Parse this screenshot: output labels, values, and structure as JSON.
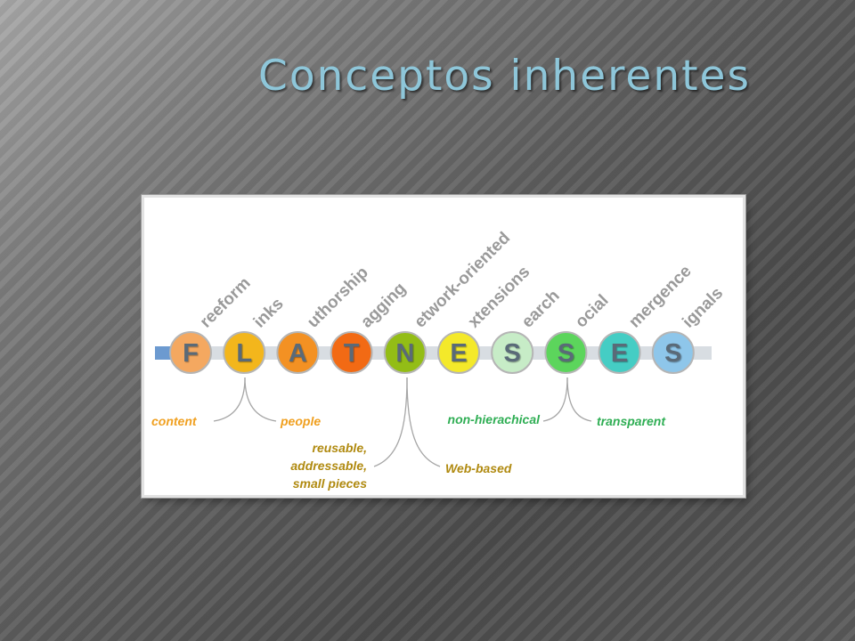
{
  "slide": {
    "title": "Conceptos inherentes"
  },
  "diagram": {
    "letters": [
      {
        "letter": "F",
        "word": "reeform",
        "color": "#f4a860"
      },
      {
        "letter": "L",
        "word": "inks",
        "color": "#f3b61c"
      },
      {
        "letter": "A",
        "word": "uthorship",
        "color": "#f39123"
      },
      {
        "letter": "T",
        "word": "agging",
        "color": "#f26a14"
      },
      {
        "letter": "N",
        "word": "etwork-oriented",
        "color": "#93bd16"
      },
      {
        "letter": "E",
        "word": "xtensions",
        "color": "#f4e92a"
      },
      {
        "letter": "S",
        "word": "earch",
        "color": "#c7ecc7"
      },
      {
        "letter": "S",
        "word": "ocial",
        "color": "#5cd55c"
      },
      {
        "letter": "E",
        "word": "mergence",
        "color": "#45cdc4"
      },
      {
        "letter": "S",
        "word": "ignals",
        "color": "#8ec6ea"
      }
    ],
    "annotations": {
      "content": {
        "text": "content",
        "color": "#f0a020"
      },
      "people": {
        "text": "people",
        "color": "#f0a020"
      },
      "reusable_1": {
        "text": "reusable,",
        "color": "#b08a10"
      },
      "reusable_2": {
        "text": "addressable,",
        "color": "#b08a10"
      },
      "reusable_3": {
        "text": "small pieces",
        "color": "#b08a10"
      },
      "web_based": {
        "text": "Web-based",
        "color": "#b08a10"
      },
      "non_hierarchical": {
        "text": "non-hierachical",
        "color": "#2fae54"
      },
      "transparent": {
        "text": "transparent",
        "color": "#2fae54"
      }
    }
  }
}
